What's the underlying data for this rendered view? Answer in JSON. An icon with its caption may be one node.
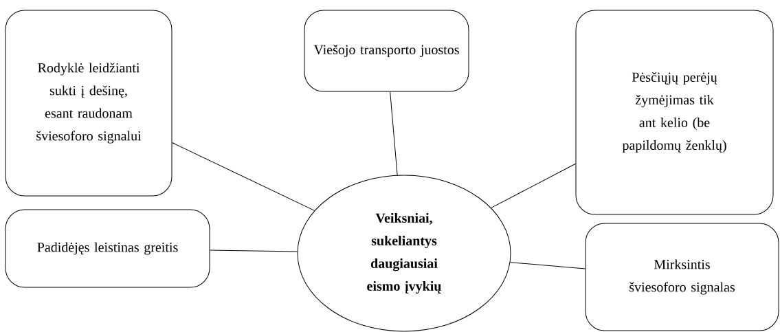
{
  "diagram": {
    "nodes": [
      {
        "text": [
          "Veiksniai, sukeliantys daugiausiai eismo įvykių"
        ]
      },
      {
        "text": [
          "Rodyklė leidžianti sukti į dešinę, esant raudonam šviesoforo signalui"
        ]
      },
      {
        "text": [
          "Viešojo transporto juostos"
        ]
      },
      {
        "text": [
          "Pėsčiųjų perėjų žymėjimas tik ant kelio (be papildomų ženklų)"
        ]
      },
      {
        "text": [
          "Padidėjęs leistinas greitis"
        ]
      },
      {
        "text": [
          "Mirksintis šviesoforo signalas"
        ]
      }
    ],
    "edges": [
      {
        "from": 0,
        "to": 1,
        "arrow": "none"
      },
      {
        "from": 0,
        "to": 2,
        "arrow": "none"
      },
      {
        "from": 0,
        "to": 3,
        "arrow": "none"
      },
      {
        "from": 0,
        "to": 4,
        "arrow": "none"
      },
      {
        "from": 0,
        "to": 5,
        "arrow": "none"
      }
    ]
  }
}
